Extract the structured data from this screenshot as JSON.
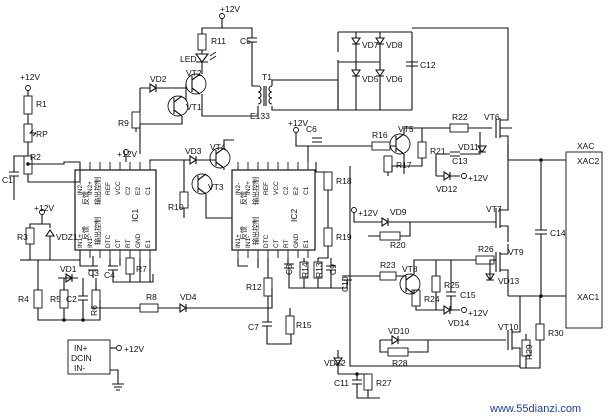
{
  "watermark": {
    "text": ""
  },
  "footer": {
    "site": "www.55dianzi.com"
  },
  "ic": {
    "pins_top": [
      "IN2-",
      "IN2+",
      "REF",
      "VCC",
      "C2",
      "E2",
      "C1"
    ],
    "pins_bottom": [
      "IN1+",
      "IN1-",
      "DTC",
      "CT",
      "RT",
      "GND",
      "E1"
    ],
    "inner_feedback": "反馈",
    "inner_output_ctrl": "输出控制"
  },
  "labels": {
    "vcc": "+12V",
    "R1": "R1",
    "RP": "RP",
    "R2": "R2",
    "C1": "C1",
    "R3": "R3",
    "VDZ1": "VDZ1",
    "VD1": "VD1",
    "C3": "C3",
    "C4": "C4",
    "R7": "R7",
    "R4": "R4",
    "R5": "R5",
    "C2": "C2",
    "R6": "R6",
    "R8": "R8",
    "VD4": "VD4",
    "ic1": "IC1",
    "ic2": "IC2",
    "R11": "R11",
    "C5": "C5",
    "LED": "LED",
    "VT2": "VT2",
    "VD2": "VD2",
    "VT1": "VT1",
    "R9": "R9",
    "T1": "T1",
    "E133": "E133",
    "VD7": "VD7",
    "VD8": "VD8",
    "VD5": "VD5",
    "VD6": "VD6",
    "C12": "C12",
    "VD3": "VD3",
    "VT4": "VT4",
    "VT3": "VT3",
    "R10": "R10",
    "C6": "C6",
    "R12": "R12",
    "C7": "C7",
    "R15": "R15",
    "C8": "C8",
    "R14": "R14",
    "R13": "R13",
    "C9": "C9",
    "C10": "C10",
    "R18": "R18",
    "R19": "R19",
    "VD9": "VD9",
    "R20": "R20",
    "R16": "R16",
    "VT5": "VT5",
    "R17": "R17",
    "R21": "R21",
    "R22": "R22",
    "C13": "C13",
    "VD11": "VD11",
    "VD12": "VD12",
    "VT6": "VT6",
    "VT7": "VT7",
    "XAC": "XAC",
    "XAC2": "XAC2",
    "XAC1": "XAC1",
    "C14": "C14",
    "R26": "R26",
    "VT9": "VT9",
    "VD13": "VD13",
    "VT8": "VT8",
    "R23": "R23",
    "R24": "R24",
    "R25": "R25",
    "C15": "C15",
    "VD14": "VD14",
    "VT10": "VT10",
    "R30": "R30",
    "R29": "R29",
    "VD10": "VD10",
    "R28": "R28",
    "VDZ2": "VDZ2",
    "C11": "C11",
    "R27": "R27",
    "IN_plus": "IN+",
    "DCIN": "DCIN",
    "IN_minus": "IN-"
  }
}
